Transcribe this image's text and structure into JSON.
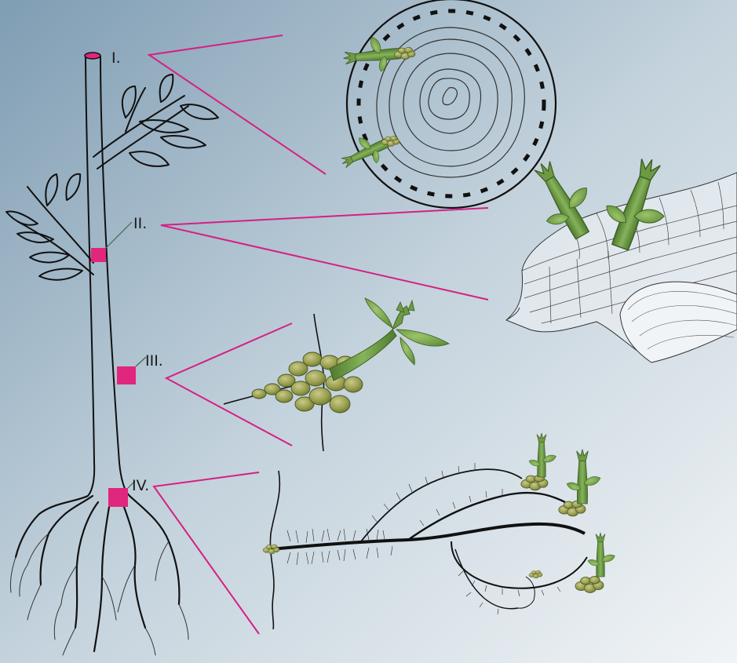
{
  "labels": {
    "site1": "I.",
    "site2": "II.",
    "site3": "III.",
    "site4": "IV."
  },
  "colors": {
    "background_top": "#7f9db3",
    "background_bottom": "#eef2f5",
    "marker": "#e0267d",
    "callout_line": "#d61f84",
    "sprout": "#6f9a45",
    "sprout_dark": "#3d5f24",
    "nodule": "#9aa04e",
    "ink": "#111111"
  },
  "icons": {
    "tree": "tree-illustration",
    "panel1": "stem-cross-section-icon",
    "panel2": "cambium-tissue-icon",
    "panel3": "bark-nodule-cluster-icon",
    "panel4": "root-suckers-icon"
  }
}
